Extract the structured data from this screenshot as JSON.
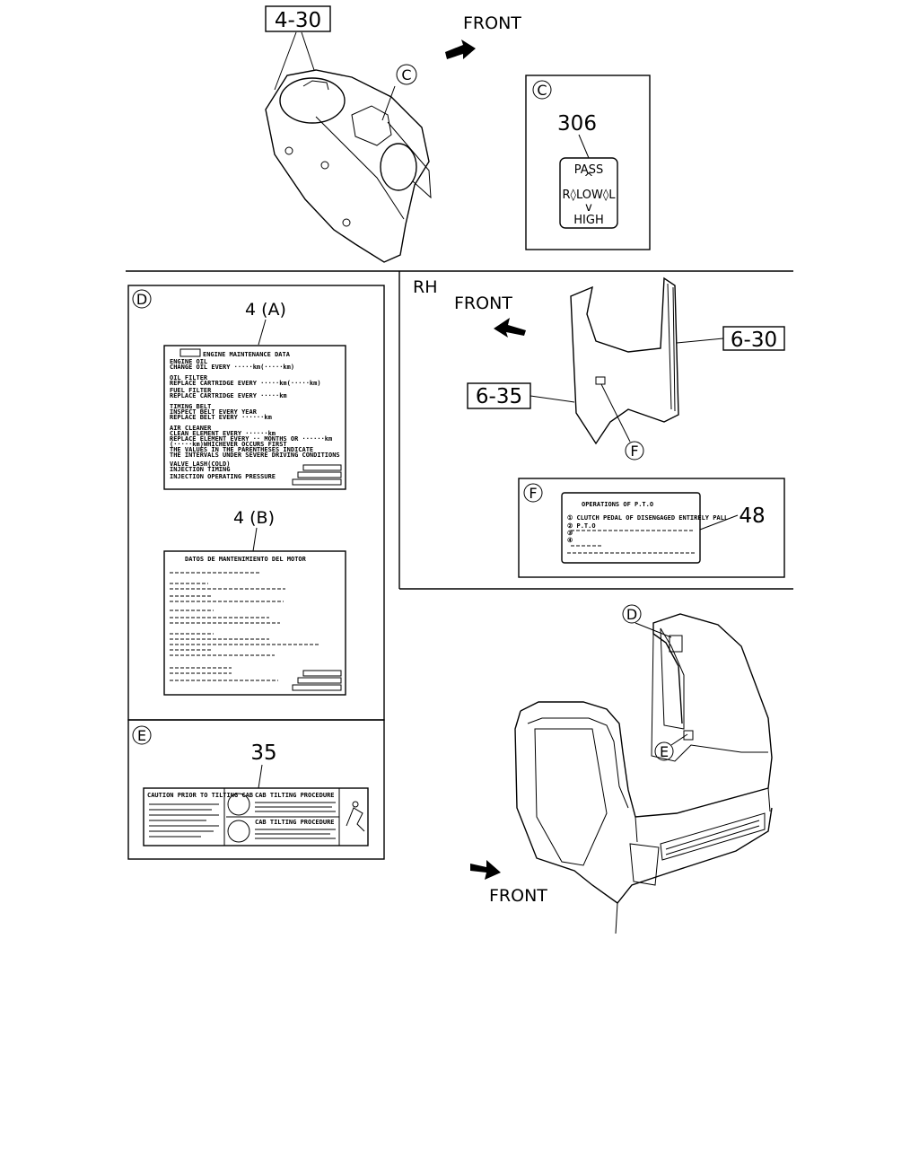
{
  "top": {
    "part_ref": "4-30",
    "front_label": "FRONT",
    "callout_c": "C"
  },
  "inset_c": {
    "id": "C",
    "part_number": "306",
    "switch_pass": "PASS",
    "switch_mid": "R◊LOW◊L",
    "switch_high": "HIGH"
  },
  "panel_d": {
    "id": "D",
    "label_a": {
      "part_ref": "4 (A)",
      "title": "ENGINE MAINTENANCE DATA",
      "lines": [
        "ENGINE OIL",
        "CHANGE OIL EVERY ·····km(·····km)",
        "OIL FILTER",
        "REPLACE CARTRIDGE EVERY ·····km(·····km)",
        "FUEL FILTER",
        "REPLACE CARTRIDGE EVERY ·····km",
        "TIMING BELT",
        "INSPECT BELT EVERY YEAR",
        "REPLACE BELT EVERY ······km",
        "AIR CLEANER",
        "CLEAN ELEMENT EVERY ······km",
        "REPLACE ELEMENT EVERY ·· MONTHS OR ······km",
        "(·····km)WHICHEVER OCCURS FIRST",
        "THE VALUES IN THE PARENTHESES INDICATE",
        "THE INTERVALS UNDER SEVERE DRIVING CONDITIONS",
        "VALVE LASH(COLD)",
        "INJECTION TIMING",
        "INJECTION OPERATING PRESSURE"
      ]
    },
    "label_b": {
      "part_ref": "4 (B)",
      "title": "DATOS DE MANTENIMIENTO DEL MOTOR"
    }
  },
  "panel_e": {
    "id": "E",
    "part_number": "35",
    "caution_title": "CAUTION PRIOR TO TILTING CAB",
    "section1_title": "CAB TILTING PROCEDURE",
    "section2_title": "CAB TILTING PROCEDURE"
  },
  "panel_rh": {
    "title": "RH",
    "front_label": "FRONT",
    "part_ref_1": "6-30",
    "part_ref_2": "6-35",
    "callout_f": "F"
  },
  "inset_f": {
    "id": "F",
    "part_number": "48",
    "title": "OPERATIONS OF P.T.O",
    "lines": [
      "① CLUTCH PEDAL OF DISENGAGED ENTIRELY PALL",
      "② P.T.O",
      "③",
      "④"
    ]
  },
  "cab": {
    "callout_d": "D",
    "callout_e": "E",
    "front_label": "FRONT"
  }
}
